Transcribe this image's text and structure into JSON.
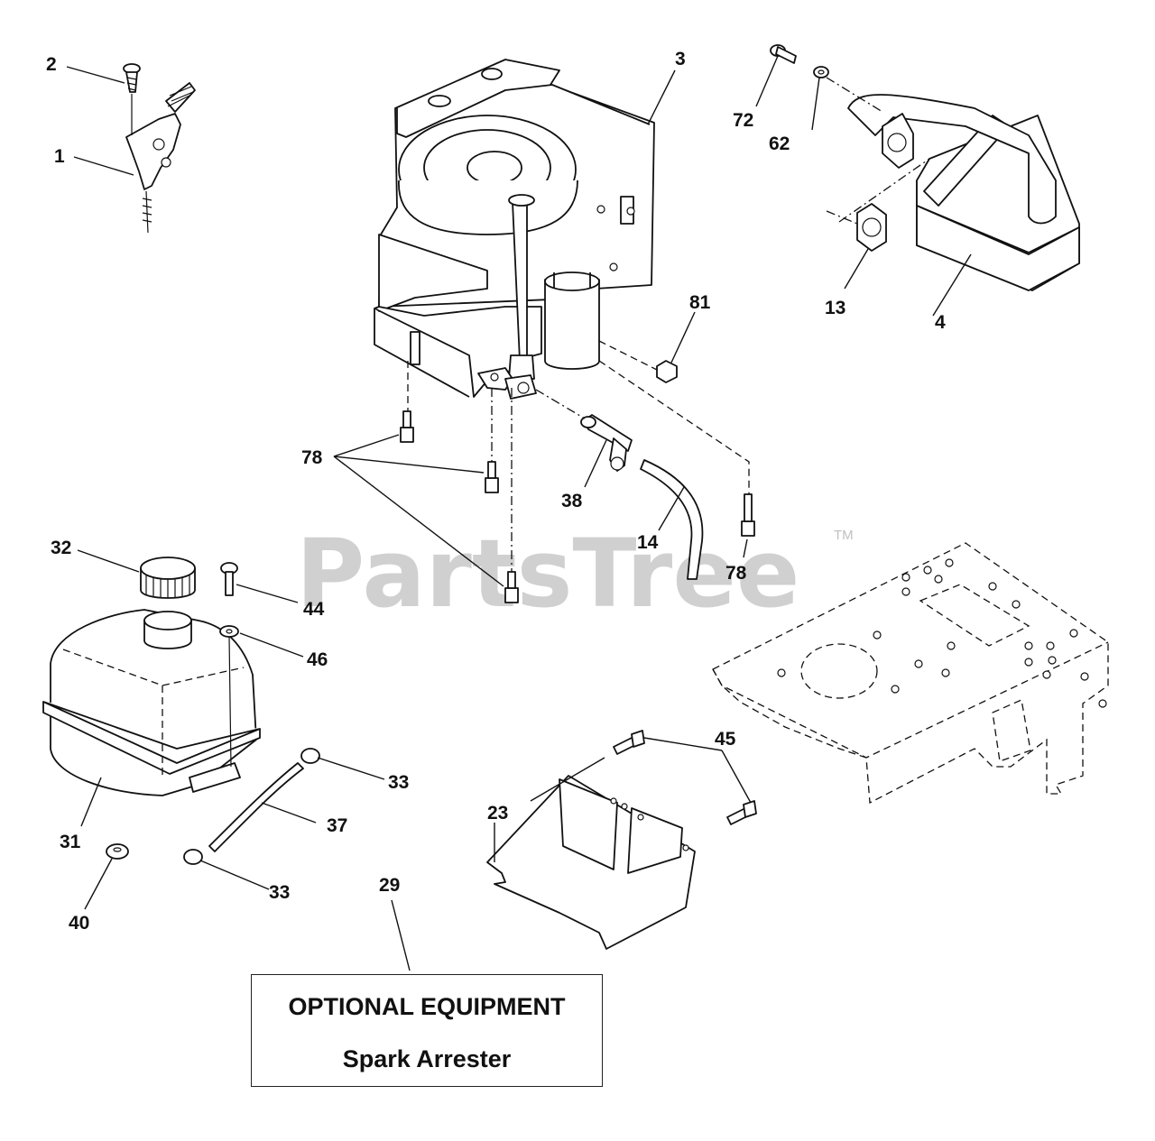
{
  "watermark": {
    "text": "PartsTree",
    "trademark": "TM"
  },
  "callouts": [
    {
      "id": "c1",
      "label": "1"
    },
    {
      "id": "c2",
      "label": "2"
    },
    {
      "id": "c3",
      "label": "3"
    },
    {
      "id": "c4",
      "label": "4"
    },
    {
      "id": "c13",
      "label": "13"
    },
    {
      "id": "c14",
      "label": "14"
    },
    {
      "id": "c23",
      "label": "23"
    },
    {
      "id": "c29",
      "label": "29"
    },
    {
      "id": "c31",
      "label": "31"
    },
    {
      "id": "c32",
      "label": "32"
    },
    {
      "id": "c33a",
      "label": "33"
    },
    {
      "id": "c33b",
      "label": "33"
    },
    {
      "id": "c37",
      "label": "37"
    },
    {
      "id": "c38",
      "label": "38"
    },
    {
      "id": "c40",
      "label": "40"
    },
    {
      "id": "c44",
      "label": "44"
    },
    {
      "id": "c45",
      "label": "45"
    },
    {
      "id": "c46",
      "label": "46"
    },
    {
      "id": "c62",
      "label": "62"
    },
    {
      "id": "c72",
      "label": "72"
    },
    {
      "id": "c78a",
      "label": "78"
    },
    {
      "id": "c78b",
      "label": "78"
    },
    {
      "id": "c81",
      "label": "81"
    }
  ],
  "optional_equipment": {
    "title": "OPTIONAL EQUIPMENT",
    "item": "Spark Arrester"
  }
}
